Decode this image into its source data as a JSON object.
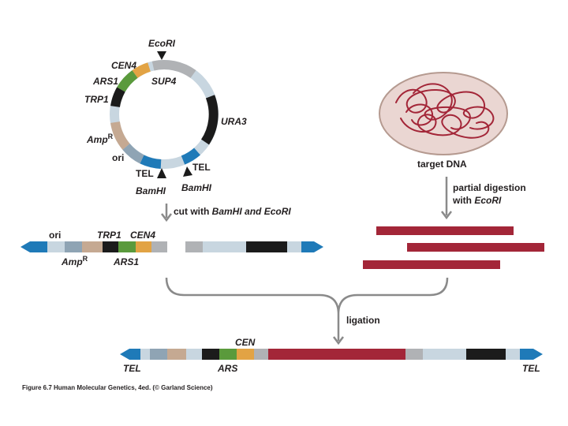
{
  "colors": {
    "teal": "#1f7ab8",
    "slate": "#8fa4b4",
    "tan": "#c5a992",
    "black": "#1b1b1b",
    "green": "#5a9a3c",
    "orange": "#e2a344",
    "grey": "#b0b2b5",
    "lightblue": "#c8d6e0",
    "crimson": "#a32638",
    "nucleus_fill": "#ead6d2",
    "nucleus_edge": "#b59a90",
    "arrow": "#8a8a8a"
  },
  "plasmid": {
    "ecori": "EcoRI",
    "cen4": "CEN4",
    "ars1": "ARS1",
    "sup4": "SUP4",
    "trp1": "TRP1",
    "ura3": "URA3",
    "amp_main": "Amp",
    "amp_sup": "R",
    "ori": "ori",
    "tel_left": "TEL",
    "tel_right": "TEL",
    "bamhi_left": "BamHI",
    "bamhi_right": "BamHI"
  },
  "target": {
    "label": "target DNA",
    "partial_line1": "partial digestion",
    "partial_line2_plain": "with ",
    "partial_line2_italic": "EcoRI"
  },
  "cut": {
    "plain": "cut with ",
    "italic1": "BamHI",
    "and": " and ",
    "italic2": "EcoRI"
  },
  "fragment": {
    "ori": "ori",
    "trp1": "TRP1",
    "cen4": "CEN4",
    "amp_main": "Amp",
    "amp_sup": "R",
    "ars1": "ARS1"
  },
  "ligation": {
    "label": "ligation"
  },
  "yac": {
    "cen": "CEN",
    "tel_left": "TEL",
    "ars": "ARS",
    "tel_right": "TEL"
  },
  "caption": "Figure 6.7  Human Molecular Genetics, 4ed. (© Garland Science)"
}
